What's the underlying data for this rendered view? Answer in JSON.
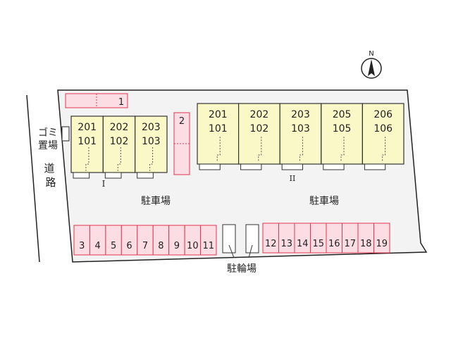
{
  "compass": {
    "label": "N"
  },
  "labels": {
    "garbage_1": "ゴミ",
    "garbage_2": "置場",
    "road_1": "道",
    "road_2": "路",
    "parking_left": "駐車場",
    "parking_right": "駐車場",
    "bicycle_parking": "駐輪場",
    "building_1_marker": "I",
    "building_2_marker": "II"
  },
  "building_1": {
    "units": [
      {
        "upper": "201",
        "lower": "101"
      },
      {
        "upper": "202",
        "lower": "102"
      },
      {
        "upper": "203",
        "lower": "103"
      }
    ]
  },
  "building_2": {
    "units": [
      {
        "upper": "201",
        "lower": "101"
      },
      {
        "upper": "202",
        "lower": "102"
      },
      {
        "upper": "203",
        "lower": "103"
      },
      {
        "upper": "205",
        "lower": "105"
      },
      {
        "upper": "206",
        "lower": "106"
      }
    ]
  },
  "parking": {
    "top": "1",
    "side": "2",
    "left_row": [
      "3",
      "4",
      "5",
      "6",
      "7",
      "8",
      "9",
      "10",
      "11"
    ],
    "right_row": [
      "12",
      "13",
      "14",
      "15",
      "16",
      "17",
      "18",
      "19"
    ]
  },
  "colors": {
    "parking_fill": "#fbdde3",
    "parking_stroke": "#e0364f",
    "building_fill": "#fbf8c8",
    "ground": "#f3f3f3"
  }
}
